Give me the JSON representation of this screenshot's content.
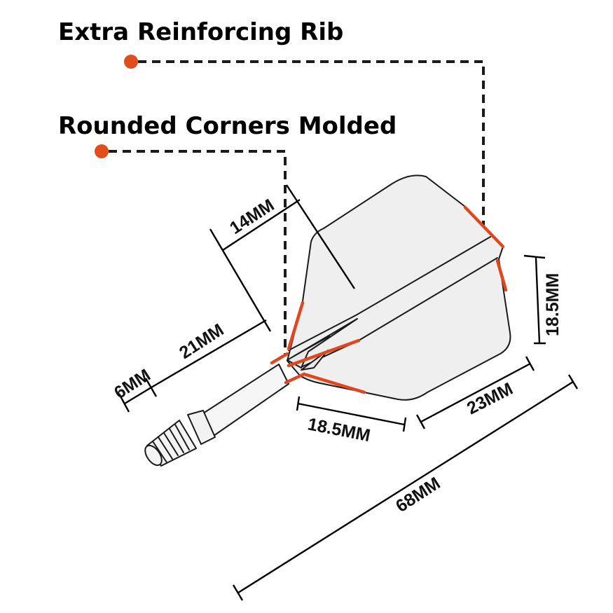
{
  "callouts": [
    {
      "text": "Extra Reinforcing Rib",
      "name": "callout-extra-reinforcing-rib"
    },
    {
      "text": "Rounded Corners Molded",
      "name": "callout-rounded-corners-molded"
    }
  ],
  "dimensions": {
    "wing_width": "14MM",
    "shaft_to_wing": "21MM",
    "shaft_tip": "6MM",
    "wing_base": "18.5MM",
    "wing_height": "18.5MM",
    "wing_top": "23MM",
    "overall_length": "68MM"
  },
  "colors": {
    "marker": "#e04e1c",
    "accent": "#e0471e",
    "flight_fill": "#efefef",
    "line": "#1a1a1a"
  }
}
